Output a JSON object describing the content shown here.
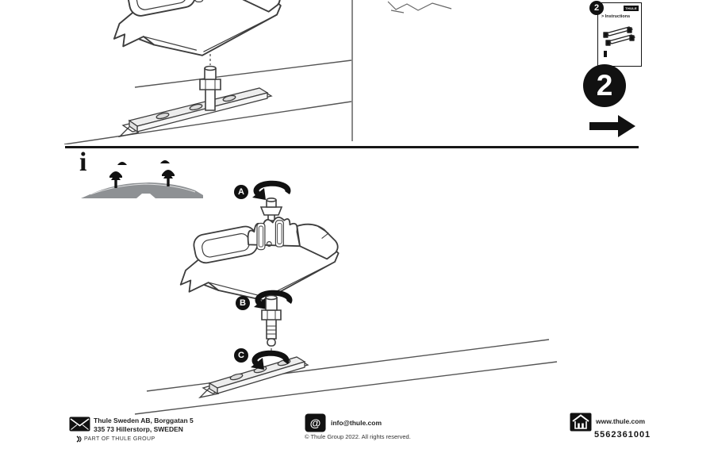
{
  "document": {
    "type": "fitting-instructions-page",
    "top_section": {
      "booklet": {
        "badge": "2",
        "brand": "THULE",
        "title": "> Instructions"
      },
      "step_number": "2"
    },
    "guide_section": {
      "info_glyph": "i",
      "step_labels": {
        "a": "A",
        "b": "B",
        "c": "C"
      }
    },
    "footer": {
      "address_line1": "Thule Sweden AB, Borggatan 5",
      "address_line2": "335 73 Hillerstorp, SWEDEN",
      "group_note": "PART OF THULE GROUP",
      "email": "info@thule.com",
      "email_icon_glyph": "@",
      "copyright": "© Thule Group 2022. All rights reserved.",
      "website": "www.thule.com",
      "part_number": "5562361001"
    },
    "colors": {
      "ink": "#111111",
      "line_art": "#3d3d3d",
      "roof_silhouette_gray": "#8e9194",
      "slot_fill_gray": "#ededed"
    },
    "icons": [
      "envelope-icon",
      "at-icon",
      "home-icon",
      "info-icon",
      "next-arrow-icon",
      "rotate-arrow-icon",
      "thule-group-mark-icon"
    ]
  }
}
